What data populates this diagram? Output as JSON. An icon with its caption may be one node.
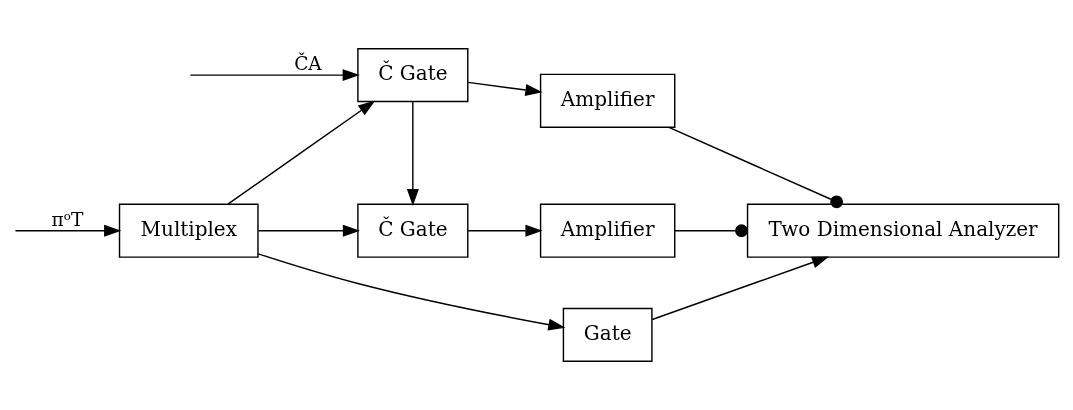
{
  "diagram": {
    "nodes": [
      {
        "text": [
          "Multiplex"
        ]
      },
      {
        "text": [
          "Gate"
        ]
      },
      {
        "text": [
          "Two Dimensional Analyzer"
        ]
      },
      {
        "text": [
          "Č Gate"
        ]
      },
      {
        "text": [
          "Amplifier"
        ]
      },
      {
        "text": [
          "Č Gate"
        ]
      },
      {
        "text": [
          "Amplifier"
        ]
      }
    ],
    "edges": [
      {
        "from": null,
        "to": 0,
        "arrow": "to",
        "label": "πᵒT"
      },
      {
        "from": 0,
        "to": 1,
        "arrow": "to"
      },
      {
        "from": 1,
        "to": 2,
        "arrow": "to"
      },
      {
        "from": null,
        "to": 3,
        "arrow": "to",
        "label": "ČA"
      },
      {
        "from": 0,
        "to": 3,
        "arrow": "to"
      },
      {
        "from": 0,
        "to": 5,
        "arrow": "to"
      },
      {
        "from": 3,
        "to": 5,
        "arrow": "to"
      },
      {
        "from": 3,
        "to": 4,
        "arrow": "to"
      },
      {
        "from": 5,
        "to": 6,
        "arrow": "to"
      },
      {
        "from": 4,
        "to": 2,
        "arrow": "other"
      },
      {
        "from": 6,
        "to": 2,
        "arrow": "other"
      }
    ]
  }
}
